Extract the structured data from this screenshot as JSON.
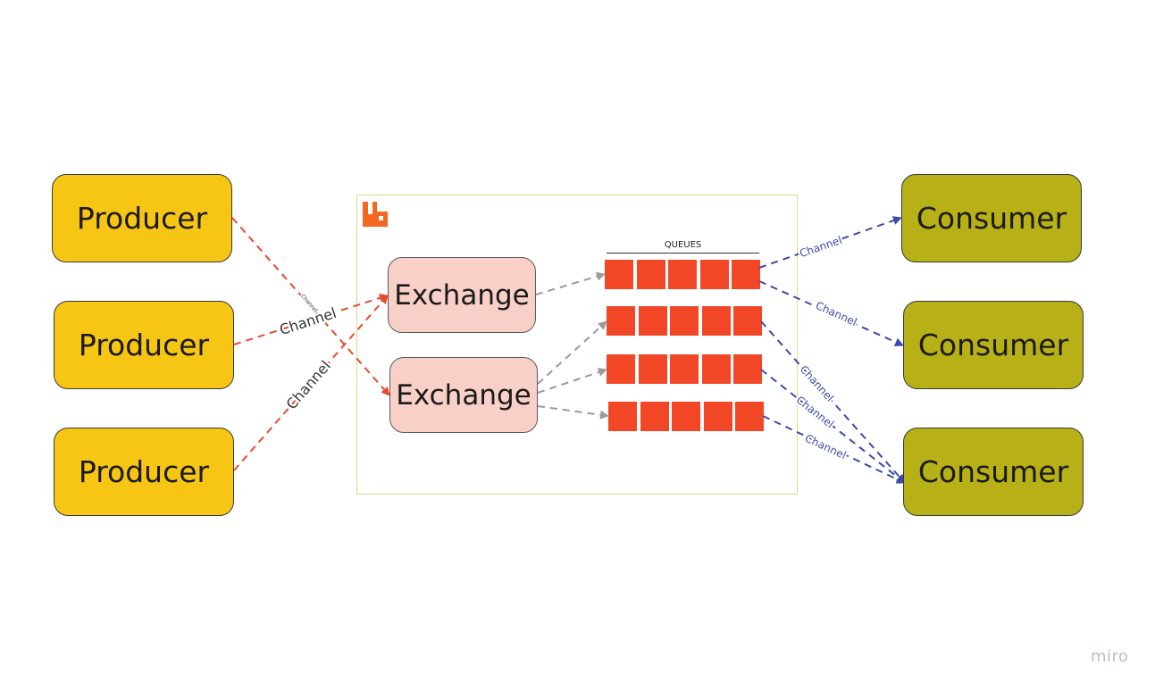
{
  "producers": [
    {
      "label": "Producer"
    },
    {
      "label": "Producer"
    },
    {
      "label": "Producer"
    }
  ],
  "exchanges": [
    {
      "label": "Exchange"
    },
    {
      "label": "Exchange"
    }
  ],
  "consumers": [
    {
      "label": "Consumer"
    },
    {
      "label": "Consumer"
    },
    {
      "label": "Consumer"
    }
  ],
  "broker": {
    "logo": "rabbitmq-icon",
    "queues_title": "QUEUES",
    "queue_rows": 4,
    "cells_per_queue": 5
  },
  "edge_labels": {
    "channel": "Channel"
  },
  "colors": {
    "producer": "#f7c513",
    "consumer": "#b7b016",
    "exchange": "#f8d0c8",
    "queue_cell": "#f24727",
    "producer_channel": "#e84a2f",
    "binding": "#9a9a9a",
    "consumer_channel": "#3d4aad"
  },
  "watermark": "miro"
}
